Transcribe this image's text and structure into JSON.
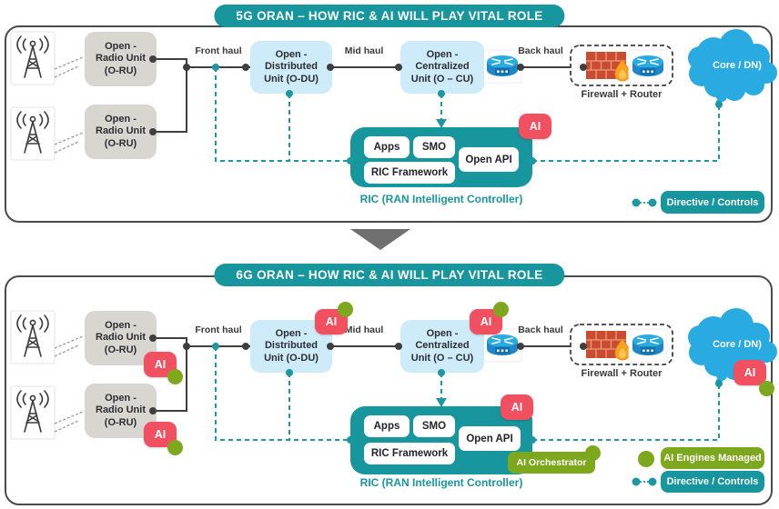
{
  "colors": {
    "teal": "#17969E",
    "ai_red": "#F0505F",
    "ai_green": "#7DA71C",
    "unit_blue": "#CDEBF8",
    "unit_gray": "#D9D6D1",
    "cloud_blue": "#29ABE2",
    "firewall_red": "#C94B30",
    "flame_orange": "#F9A21F"
  },
  "p5": {
    "title": "5G ORAN – HOW RIC & AI WILL PLAY VITAL ROLE",
    "oru1": {
      "l1": "Open -",
      "l2": "Radio Unit",
      "l3": "(O-RU)"
    },
    "oru2": {
      "l1": "Open -",
      "l2": "Radio Unit",
      "l3": "(O-RU)"
    },
    "odu": {
      "l1": "Open -",
      "l2": "Distributed",
      "l3": "Unit (O-DU)"
    },
    "ocu": {
      "l1": "Open -",
      "l2": "Centralized",
      "l3": "Unit (O – CU)"
    },
    "haul": {
      "front": "Front haul",
      "mid": "Mid haul",
      "back": "Back haul"
    },
    "firewall_label": "Firewall + Router",
    "core_label": "Core / DN)",
    "ai": "AI",
    "ric": {
      "apps": "Apps",
      "smo": "SMO",
      "framework": "RIC Framework",
      "open_api": "Open API",
      "label": "RIC (RAN Intelligent Controller)"
    },
    "legend": {
      "directive": "Directive / Controls"
    }
  },
  "p6": {
    "title": "6G ORAN – HOW RIC & AI WILL PLAY VITAL ROLE",
    "oru1": {
      "l1": "Open -",
      "l2": "Radio Unit",
      "l3": "(O-RU)"
    },
    "oru2": {
      "l1": "Open -",
      "l2": "Radio Unit",
      "l3": "(O-RU)"
    },
    "odu": {
      "l1": "Open -",
      "l2": "Distributed",
      "l3": "Unit (O-DU)"
    },
    "ocu": {
      "l1": "Open -",
      "l2": "Centralized",
      "l3": "Unit (O – CU)"
    },
    "haul": {
      "front": "Front haul",
      "mid": "Mid haul",
      "back": "Back haul"
    },
    "firewall_label": "Firewall + Router",
    "core_label": "Core / DN)",
    "ai": "AI",
    "ai_orchestrator": "AI Orchestrator",
    "ric": {
      "apps": "Apps",
      "smo": "SMO",
      "framework": "RIC Framework",
      "open_api": "Open API",
      "label": "RIC (RAN Intelligent Controller)"
    },
    "legend": {
      "ai_engines": "AI Engines Managed",
      "directive": "Directive / Controls"
    }
  }
}
